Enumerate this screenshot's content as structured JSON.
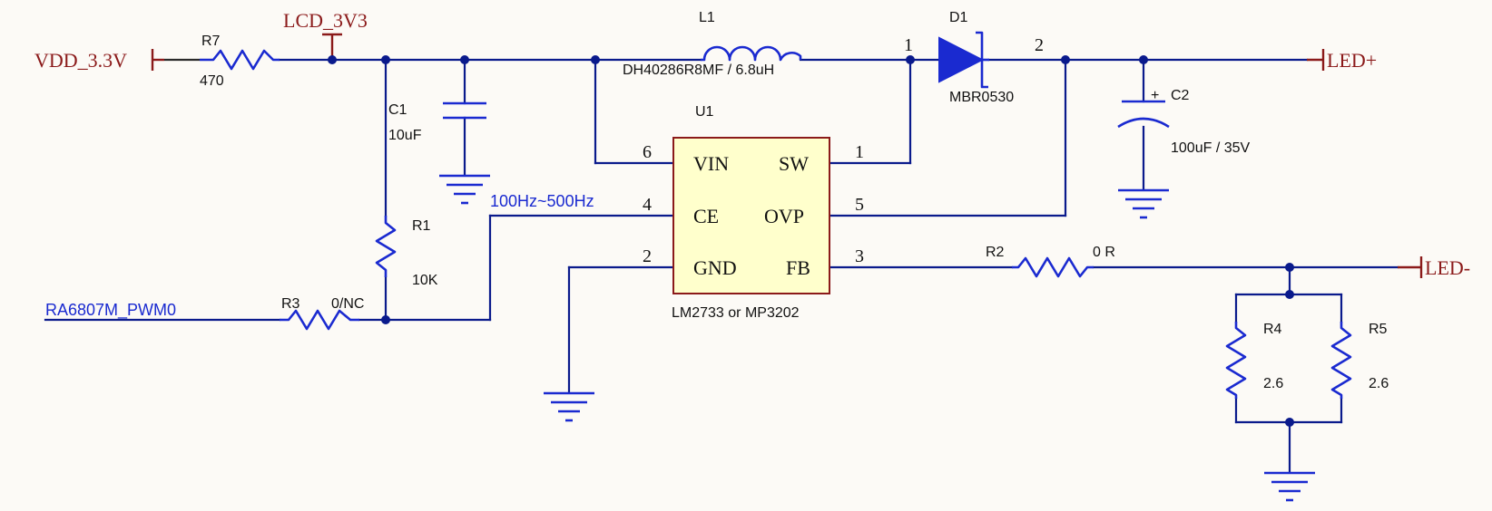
{
  "nets": {
    "vdd": "VDD_3.3V",
    "lcd": "LCD_3V3",
    "led_plus": "LED+",
    "led_minus": "LED-",
    "pwm": "RA6807M_PWM0",
    "freq": "100Hz~500Hz"
  },
  "components": {
    "r7": {
      "ref": "R7",
      "value": "470"
    },
    "c1": {
      "ref": "C1",
      "value": "10uF"
    },
    "r1": {
      "ref": "R1",
      "value": "10K"
    },
    "r3": {
      "ref": "R3",
      "value": "0/NC"
    },
    "l1": {
      "ref": "L1",
      "value": "DH40286R8MF / 6.8uH"
    },
    "d1": {
      "ref": "D1",
      "value": "MBR0530",
      "pin_a": "1",
      "pin_k": "2"
    },
    "c2": {
      "ref": "C2",
      "value": "100uF / 35V",
      "polarity": "+"
    },
    "u1": {
      "ref": "U1",
      "value": "LM2733 or MP3202",
      "pins": {
        "vin": {
          "num": "6",
          "name": "VIN"
        },
        "sw": {
          "num": "1",
          "name": "SW"
        },
        "ce": {
          "num": "4",
          "name": "CE"
        },
        "ovp": {
          "num": "5",
          "name": "OVP"
        },
        "gnd": {
          "num": "2",
          "name": "GND"
        },
        "fb": {
          "num": "3",
          "name": "FB"
        }
      }
    },
    "r2": {
      "ref": "R2",
      "value": "0 R"
    },
    "r4": {
      "ref": "R4",
      "value": "2.6"
    },
    "r5": {
      "ref": "R5",
      "value": "2.6"
    }
  },
  "colors": {
    "wire": "#0a1a8c",
    "component": "#1a2ad0",
    "power_net": "#8b1a1a",
    "ic_fill": "#ffffcc",
    "ic_border": "#8b1a1a",
    "background": "#fcfaf6"
  }
}
